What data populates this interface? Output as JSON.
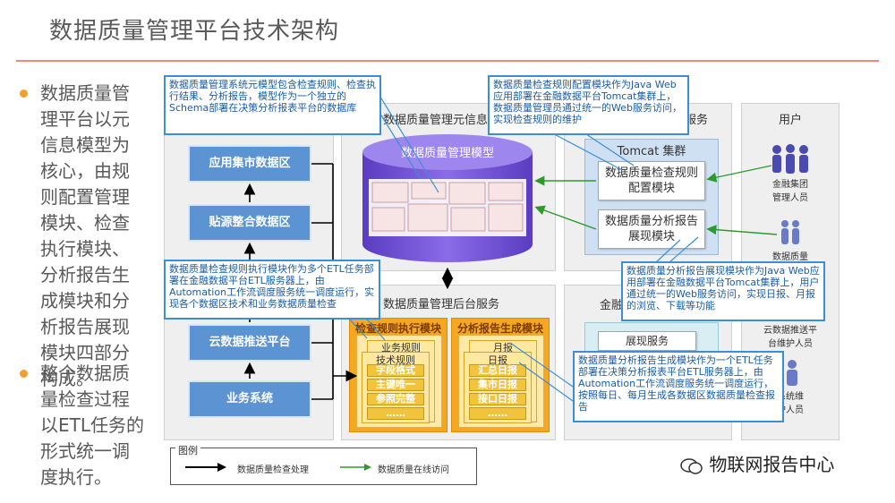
{
  "title": "数据质量管理平台技术架构",
  "bullets": [
    {
      "lines": [
        "数据质量管",
        "理平台以元",
        "信息模型为",
        "核心，由规",
        "则配置管理",
        "模块、检查",
        "执行模块、",
        "分析报告生",
        "成模块和分",
        "析报告展现",
        "模块四部分",
        "构成。"
      ]
    },
    {
      "lines": [
        "整个数据质",
        "量检查过程",
        "以ETL任务的",
        "形式统一调",
        "度执行。"
      ]
    }
  ],
  "zones": [
    "应用集市数据区",
    "贴源整合数据区",
    "云数据推送平台",
    "业务系统"
  ],
  "panels": {
    "meta": "数据质量管理元信息",
    "backend": "数据质量管理后台服务",
    "web_service": "服务",
    "finance": "金融",
    "users": "用户"
  },
  "model_label": "数据质量管理模型",
  "tomcat": {
    "title": "Tomcat 集群",
    "modules": [
      "数据质量检查规则\n配置模块",
      "数据质量分析报告\n展现模块"
    ]
  },
  "display_service": "展现服务",
  "exec_module": {
    "title": "检查规则执行模块",
    "rule_title": "业务规则",
    "tech_title": "技术规则",
    "items": [
      "字段格式",
      "主键唯一",
      "参照完整",
      "……"
    ]
  },
  "report_module": {
    "title": "分析报告生成模块",
    "month": "月报",
    "day": "日报",
    "items": [
      "汇总日报",
      "集市日报",
      "接口日报",
      "……"
    ]
  },
  "users": [
    "金融集团\n管理人员",
    "数据质量",
    "云数据推送平\n台维护人员",
    "系统维\n护人员"
  ],
  "callouts": {
    "c1": "数据质量管理系统元模型包含检查规则、检查执行结果、分析报告，模型作为一个独立的Schema部署在决策分析报表平台的数据库",
    "c2": "数据质量检查规则配置模块作为Java Web应用部署在金融数据平台Tomcat集群上，数据质量管理员通过统一的Web服务访问，实现检查规则的维护",
    "c3": "数据质量检查规则执行模块作为多个ETL任务部署在金融数据平台ETL服务器上，由Automation工作流调度服务统一调度运行，实现各个数据区技术和业务数据质量检查",
    "c4": "数据质量分析报告展现模块作为Java Web应用部署在金融数据平台Tomcat集群上，用户通过统一的Web服务访问，实现日报、月报的浏览、下载等功能",
    "c5": "数据质量分析报告生成模块作为一个ETL任务部署在决策分析报表平台ETL服务器上，由Automation工作流调度服务统一调度运行，按照每日、每月生成各数据区数据质量检查报告"
  },
  "legend": {
    "title": "图例",
    "black": "数据质量检查处理",
    "green": "数据质量在线访问"
  },
  "watermark": "物联网报告中心",
  "colors": {
    "accent": "#3a8fd8",
    "bullet": "#f0a030",
    "rule": "#f08a7a",
    "zone": "#5b93d3",
    "cylinder": "#7b5bd9"
  }
}
